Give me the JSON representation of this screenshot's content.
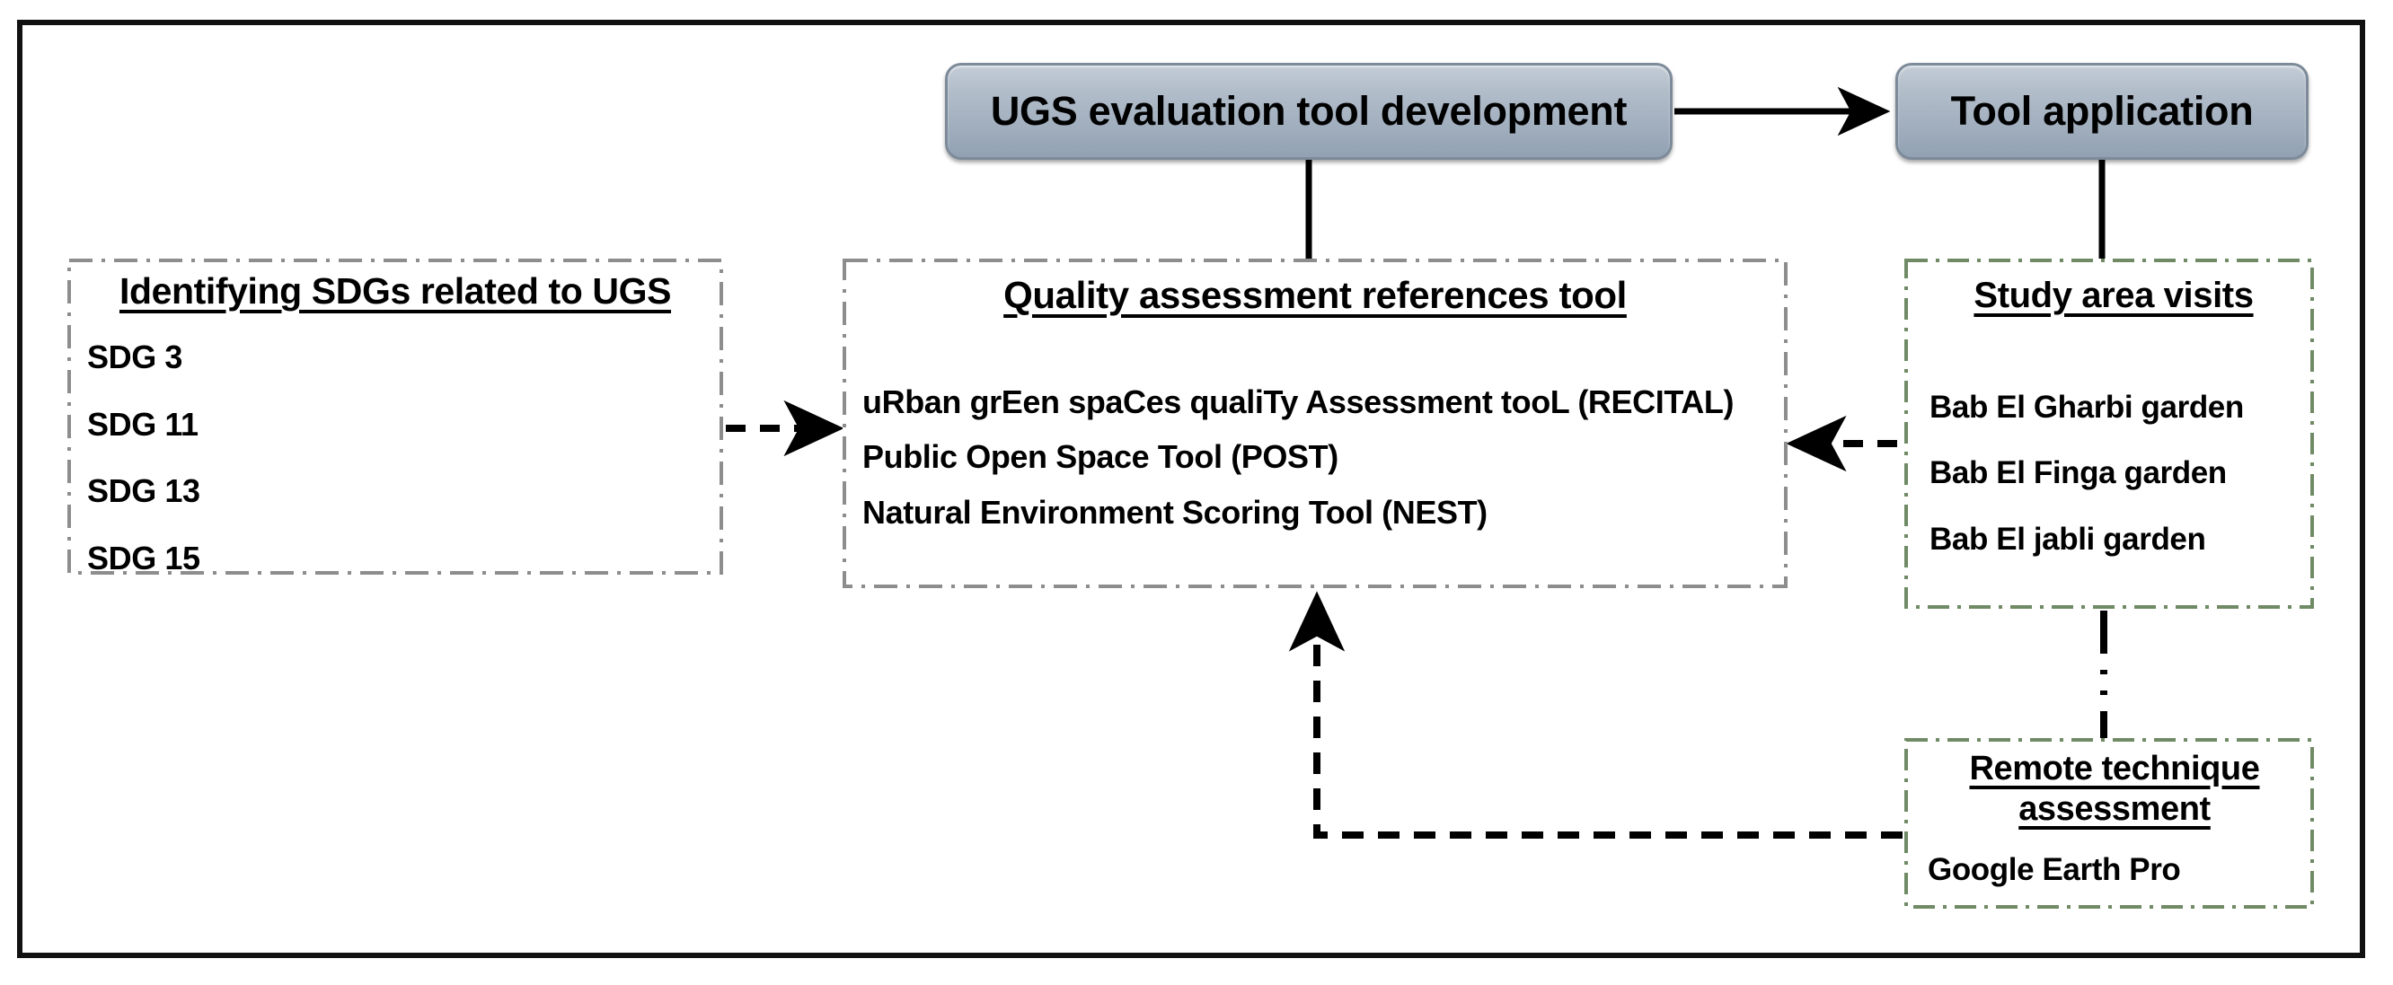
{
  "diagram": {
    "title_boxes": {
      "tool_development": "UGS evaluation tool development",
      "tool_application": "Tool application"
    },
    "sdg_box": {
      "title": "Identifying SDGs related to UGS",
      "items": [
        "SDG 3",
        "SDG 11",
        "SDG 13",
        "SDG 15"
      ]
    },
    "quality_box": {
      "title": "Quality assessment references tool",
      "items": [
        "uRban grEen spaCes qualiTy Assessment tooL (RECITAL)",
        "Public Open Space Tool (POST)",
        "Natural Environment Scoring Tool (NEST)"
      ]
    },
    "study_box": {
      "title": "Study area visits",
      "items": [
        "Bab El Gharbi garden",
        "Bab El Finga garden",
        "Bab El jabli garden"
      ]
    },
    "remote_box": {
      "title_line1": "Remote technique",
      "title_line2": "assessment",
      "items": [
        "Google Earth Pro"
      ]
    },
    "colors": {
      "box_fill_top": "#c3ccd6",
      "box_fill_bottom": "#91a1b3",
      "box_border": "#7d8a99",
      "frame": "#111111",
      "dash_grey": "#8d8d8d",
      "dash_green": "#6f8a64",
      "arrow": "#000000"
    }
  }
}
